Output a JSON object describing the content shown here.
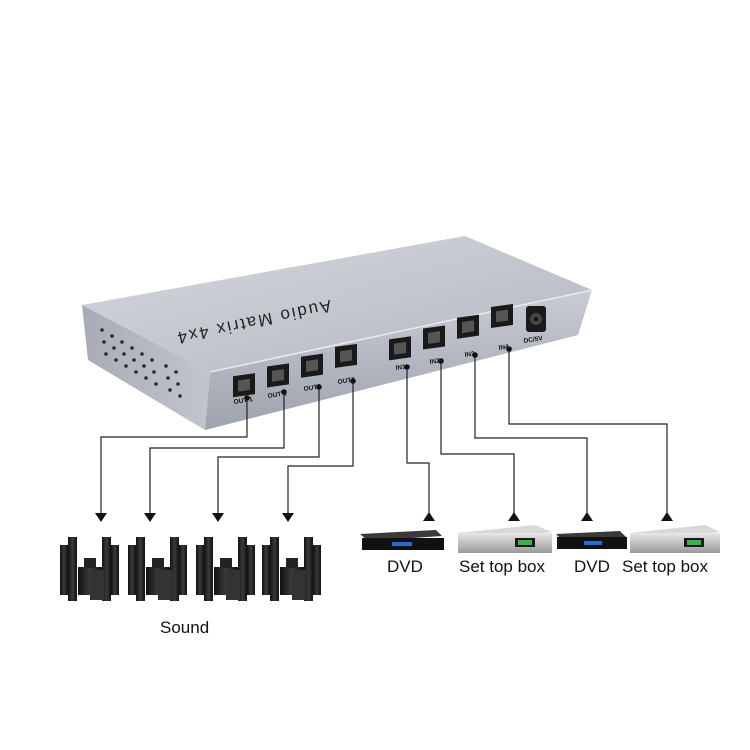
{
  "device": {
    "title": "Audio Matrix 4x4",
    "outputs": [
      "OUT 1",
      "OUT 2",
      "OUT3",
      "OUT4"
    ],
    "inputs": [
      "IN1",
      "IN2",
      "IN3",
      "IN4"
    ],
    "power": "DC/5V"
  },
  "labels": {
    "sound": "Sound",
    "sources": [
      "DVD",
      "Set top box",
      "DVD",
      "Set top box"
    ]
  },
  "colors": {
    "case": "#b9bcc6",
    "line": "#222222",
    "port": "#1a1a1a"
  }
}
